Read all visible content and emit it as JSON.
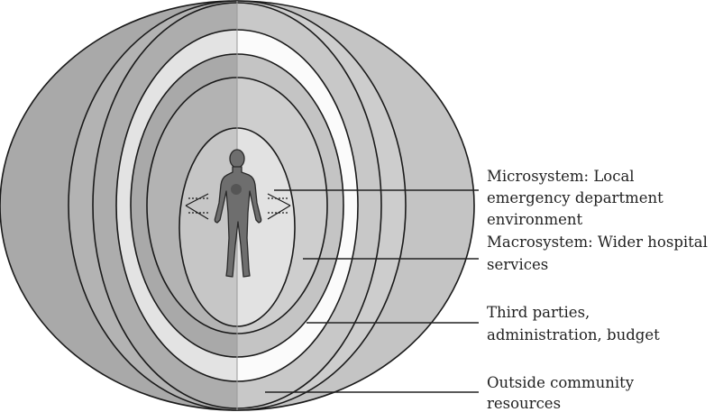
{
  "colors": {
    "outline": "#1a1a1a",
    "shell_dark": "#a9a9a9",
    "shell_light": "#c4c4c4",
    "band_white": "#f2f2f2",
    "band_white_right": "#fbfbfb",
    "figure": "#6e6e6e",
    "leader_line": "#222222"
  },
  "icons": {
    "figure": "person-icon",
    "arrows": "interaction-arrows-icon"
  },
  "labels": {
    "microsystem": [
      "Microsystem: Local",
      "emergency department",
      "environment"
    ],
    "macrosystem": [
      "Macrosystem: Wider hospital",
      "services"
    ],
    "third_parties": [
      "Third parties,",
      "administration, budget"
    ],
    "community": [
      "Outside community",
      "resources"
    ]
  }
}
